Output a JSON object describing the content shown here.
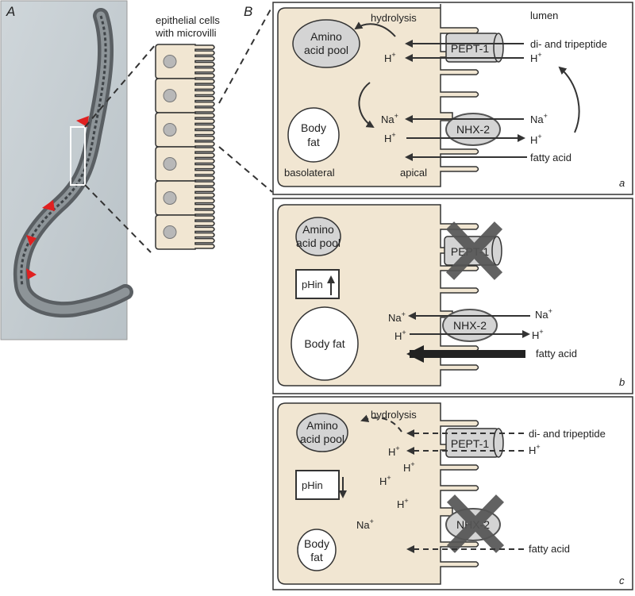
{
  "panel_labels": {
    "A": "A",
    "B": "B"
  },
  "cells_caption": {
    "line1": "epithelial cells",
    "line2": "with microvilli"
  },
  "a": {
    "hydrolysis": "hydrolysis",
    "lumen": "lumen",
    "amino1": "Amino",
    "amino2": "acid pool",
    "pept": "PEPT-1",
    "di_tri": "di- and tripeptide",
    "h_in": "H",
    "h_out": "H",
    "body1": "Body",
    "body2": "fat",
    "na_in": "Na",
    "na_out": "Na",
    "nhx": "NHX-2",
    "h2_in": "H",
    "h2_out": "H",
    "basolateral": "basolateral",
    "apical": "apical",
    "fatty": "fatty acid",
    "letter": "a"
  },
  "b": {
    "amino1": "Amino",
    "amino2": "acid pool",
    "pept": "PEPT-1",
    "phin": "pHin",
    "body": "Body fat",
    "na_in": "Na",
    "na_out": "Na",
    "nhx": "NHX-2",
    "h_in": "H",
    "h_out": "H",
    "fatty": "fatty acid",
    "letter": "b"
  },
  "c": {
    "hydrolysis": "hydrolysis",
    "amino1": "Amino",
    "amino2": "acid pool",
    "pept": "PEPT-1",
    "di_tri": "di- and tripeptide",
    "h_in": "H",
    "h_out": "H",
    "h_a": "H",
    "h_b": "H",
    "h_c": "H",
    "phin": "pHin",
    "na": "Na",
    "nhx": "NHX-2",
    "body1": "Body",
    "body2": "fat",
    "fatty": "fatty acid",
    "letter": "c"
  },
  "superscripts": {
    "plus": "+"
  },
  "colors": {
    "cell": "#f1e6d2",
    "protein": "#d4d4d4",
    "cross": "#555555",
    "arrowhead_red": "#e02020"
  }
}
